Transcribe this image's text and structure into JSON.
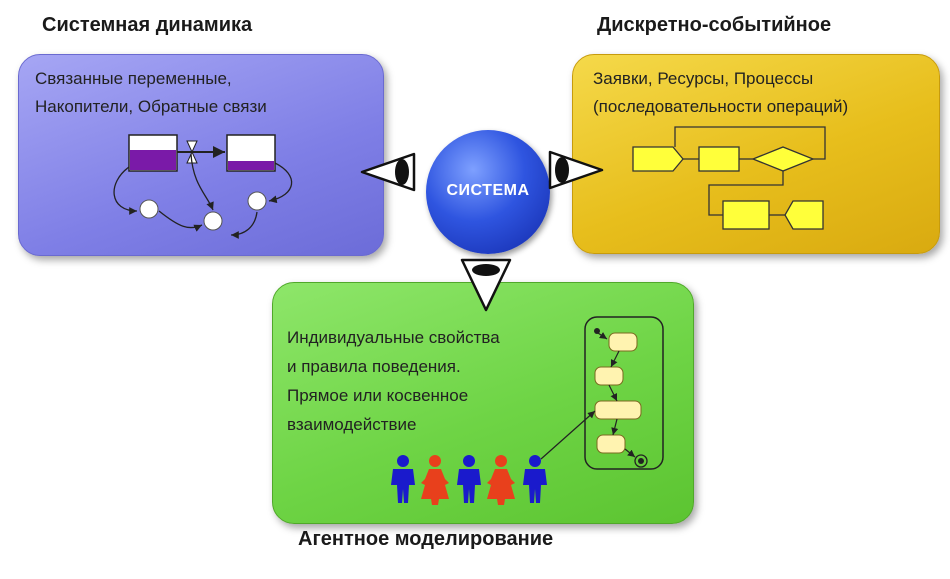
{
  "headings": {
    "system_dynamics": "Системная динамика",
    "discrete_event": "Дискретно-событийное",
    "agent_based": "Агентное моделирование"
  },
  "center": {
    "label": "СИСТЕМА"
  },
  "system_dynamics_panel": {
    "lines": [
      "Связанные переменные,",
      "Накопители, Обратные связи"
    ]
  },
  "discrete_event_panel": {
    "lines": [
      "Заявки, Ресурсы, Процессы",
      "(последовательности операций)"
    ]
  },
  "agent_panel": {
    "lines": [
      "Индивидуальные свойства",
      "и правила поведения.",
      "Прямое или косвенное",
      "взаимодействие"
    ]
  },
  "colors": {
    "sd_panel": "#8585e8",
    "de_panel": "#e7be1c",
    "ab_panel": "#6ed445",
    "sistema": "#2f55e0",
    "agent_male": "#1a1acc",
    "agent_female": "#e8401c",
    "de_block": "#ffff3a",
    "stock_fill": "#7a1aa8"
  },
  "icons": [
    "eye-icon",
    "agent-male-icon",
    "agent-female-icon",
    "stock-icon",
    "valve-icon",
    "auxiliary-icon",
    "state-icon",
    "start-point-icon",
    "end-point-icon"
  ]
}
